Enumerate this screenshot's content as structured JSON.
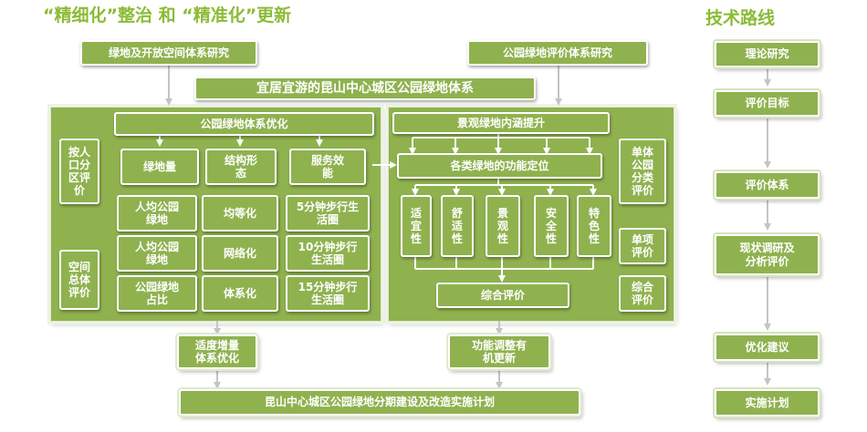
{
  "header": {
    "title_left": "“精细化”整治 和 “精准化”更新",
    "title_right": "技术路线"
  },
  "top": {
    "left_study": "绿地及开放空间体系研究",
    "right_study": "公园绿地评价体系研究",
    "main_title": "宜居宜游的昆山中心城区公园绿地体系"
  },
  "left_panel": {
    "optimize": "公园绿地体系优化",
    "side_top": "按人口分区评价",
    "side_bottom": "空间总体评价",
    "columns": [
      {
        "head": "绿地量",
        "items": [
          "人均公园绿地",
          "人均公园绿地",
          "公园绿地占比"
        ]
      },
      {
        "head": "结构形态",
        "items": [
          "均等化",
          "网络化",
          "体系化"
        ]
      },
      {
        "head": "服务效能",
        "items": [
          "5分钟步行生活圈",
          "10分钟步行生活圈",
          "15分钟步行生活圈"
        ]
      }
    ]
  },
  "right_panel": {
    "landscape": "景观绿地内涵提升",
    "function": "各类绿地的功能定位",
    "criteria": [
      "适宜性",
      "舒适性",
      "景观性",
      "安全性",
      "特色性"
    ],
    "overall": "综合评价",
    "side_items": [
      "单体公园分类评价",
      "单项评价",
      "综合评价"
    ]
  },
  "bottom": {
    "left_out": "适度增量体系优化",
    "right_out": "功能调整有机更新",
    "plan": "昆山中心城区公园绿地分期建设及改造实施计划"
  },
  "route": [
    "理论研究",
    "评价目标",
    "评价体系",
    "现状调研及分析评价",
    "优化建议",
    "实施计划"
  ]
}
